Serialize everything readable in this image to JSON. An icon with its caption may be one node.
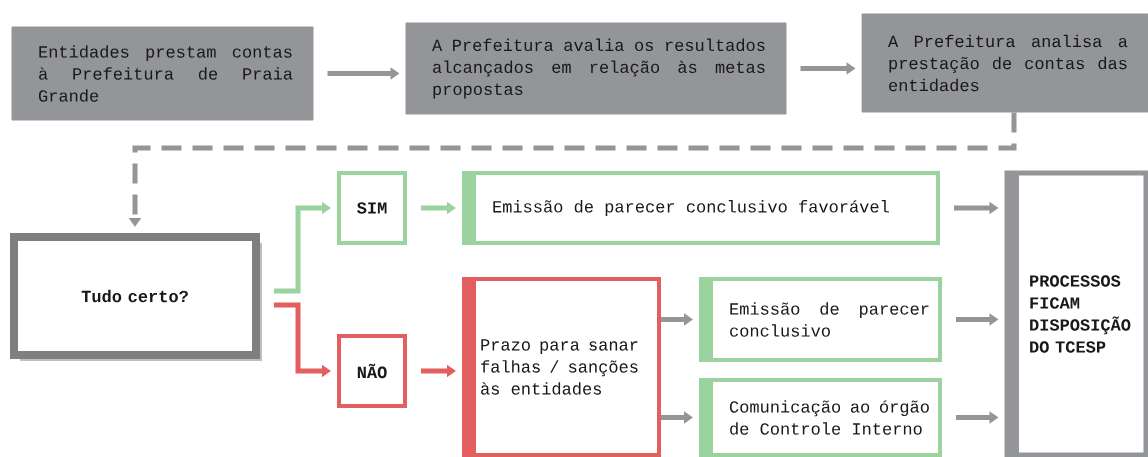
{
  "diagram": {
    "nodes": [
      {
        "text": [
          "Entidades prestam contas à Prefeitura de Praia Grande"
        ]
      },
      {
        "text": [
          "A Prefeitura avalia os resultados alcançados em relação às metas propostas"
        ]
      },
      {
        "text": [
          "A Prefeitura analisa a prestação de contas das entidades"
        ]
      },
      {
        "text": [
          "Tudo certo?"
        ]
      },
      {
        "text": [
          "SIM"
        ]
      },
      {
        "text": [
          "Emissão de parecer conclusivo favorável"
        ]
      },
      {
        "text": [
          "NÃO"
        ]
      },
      {
        "text": [
          "Prazo para sanar falhas / sanções às entidades"
        ]
      },
      {
        "text": [
          "Emissão de parecer conclusivo"
        ]
      },
      {
        "text": [
          "Comunicação ao órgão de Controle Interno"
        ]
      },
      {
        "text": [
          "PROCESSOS FICAM DISPOSIÇÃO DO TCESP"
        ]
      }
    ],
    "edges": [
      {
        "from": 0,
        "to": 1,
        "arrow": "to"
      },
      {
        "from": 1,
        "to": 2,
        "arrow": "to"
      },
      {
        "from": 2,
        "to": 3,
        "arrow": "to",
        "style": "dashed"
      },
      {
        "from": 3,
        "to": 4,
        "arrow": "to",
        "color": "#9bd39f"
      },
      {
        "from": 3,
        "to": 6,
        "arrow": "to",
        "color": "#e35f5f"
      },
      {
        "from": 4,
        "to": 5,
        "arrow": "to",
        "color": "#9bd39f"
      },
      {
        "from": 6,
        "to": 7,
        "arrow": "to",
        "color": "#e35f5f"
      },
      {
        "from": 5,
        "to": 10,
        "arrow": "to"
      },
      {
        "from": 7,
        "to": 8,
        "arrow": "to"
      },
      {
        "from": 7,
        "to": 9,
        "arrow": "to"
      },
      {
        "from": 8,
        "to": 10,
        "arrow": "to"
      },
      {
        "from": 9,
        "to": 10,
        "arrow": "to"
      }
    ]
  }
}
